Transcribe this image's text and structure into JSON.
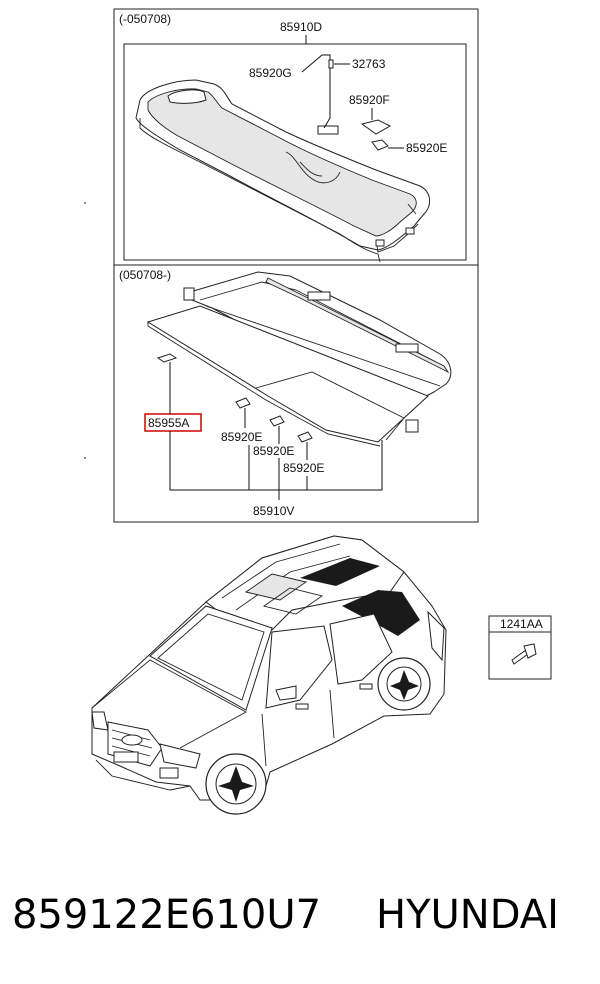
{
  "upper_panel": {
    "variant": "(-050708)",
    "assembly": "85910D",
    "labels": [
      "85920G",
      "32763",
      "85920F",
      "85920E"
    ]
  },
  "lower_panel": {
    "variant": "(050708-)",
    "assembly": "85910V",
    "highlighted_part": "85955A",
    "labels": [
      "85920E",
      "85920E",
      "85920E"
    ]
  },
  "fastener_box": {
    "code": "1241AA"
  },
  "footer": {
    "part_number": "859122E610U7",
    "brand": "HYUNDAI"
  },
  "colors": {
    "highlight": "#d00000",
    "line": "#222222"
  }
}
